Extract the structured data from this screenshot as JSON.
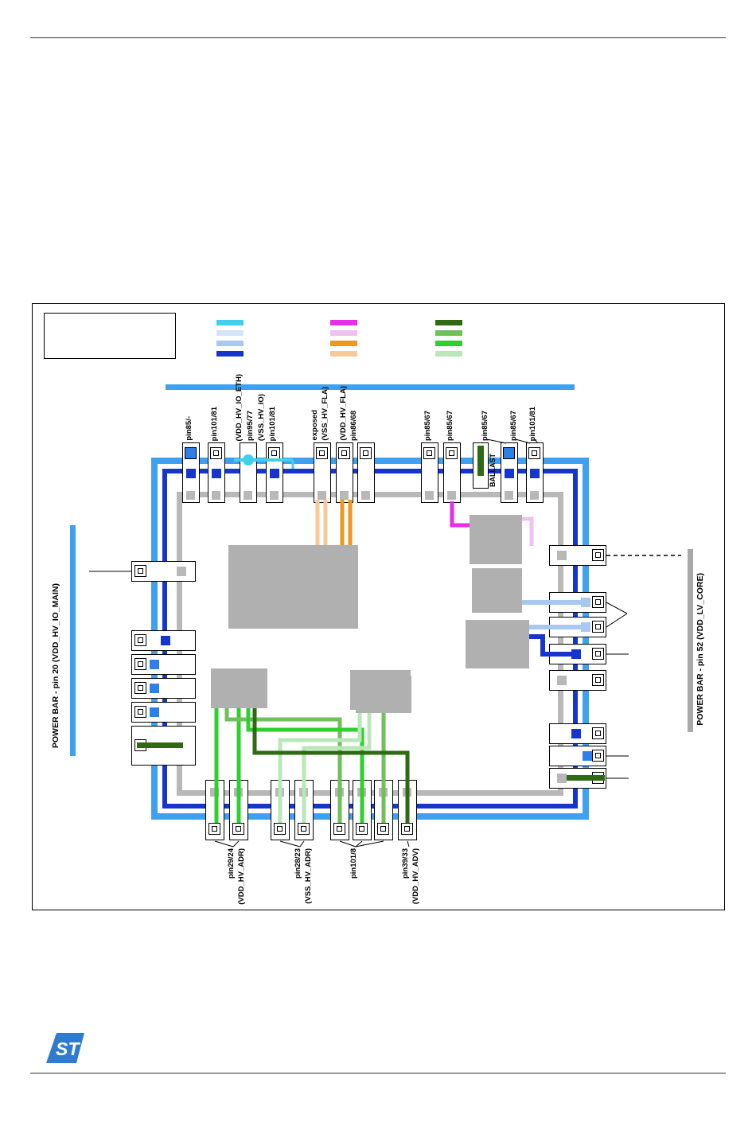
{
  "page": {
    "background": "#ffffff"
  },
  "figure": {
    "legend": {
      "columns": [
        {
          "name": "blue-family",
          "colors": [
            "#3fd0ee",
            "#d4e4f8",
            "#a8c8f0",
            "#1535cc"
          ]
        },
        {
          "name": "pink-orange-family",
          "colors": [
            "#e82ce8",
            "#f0c0f0",
            "#f0961e",
            "#f8c896"
          ]
        },
        {
          "name": "green-family",
          "colors": [
            "#2d6a12",
            "#6fbf5a",
            "#2ed02e",
            "#b8e8b8"
          ]
        }
      ]
    },
    "top_pin_labels": [
      "pin85/-",
      "pin101/81",
      "(VDD_HV_IO_ETH)",
      "pin95/77",
      "(VSS_HV_IO)",
      "pin101/81",
      "exposed",
      "(VSS_HV_FLA)",
      "(VDD_HV_FLA)",
      "pin86/68",
      "pin85/67",
      "pin85/67",
      "pin85/67",
      "pin85/67",
      "pin101/81"
    ],
    "bottom_pin_labels": [
      "pin29/24",
      "(VDD_HV_ADR)",
      "pin28/23",
      "(VSS_HV_ADR)",
      "pin101/8",
      "pin39/33",
      "(VDD_HV_ADV)"
    ],
    "left_power_bar_label": "POWER BAR - pin 20 (VDD_HV_IO_MAIN)",
    "right_power_bar_label": "POWER BAR - pin 52 (VDD_LV_CORE)",
    "ballast_label": "BALLAST",
    "palette": {
      "power_bar_blue": "#3da0f0",
      "frame_dark_blue": "#1535cc",
      "frame_gray": "#b8b8b8",
      "block_gray": "#b0b0b0",
      "right_bar_gray": "#a8a8a8",
      "marker_blue": "#2f7fe8",
      "cyan": "#3fd0ee",
      "light_blue": "#a8c8f0",
      "magenta": "#e82ce8",
      "pink": "#f0c0f0",
      "orange": "#f0961e",
      "peach": "#f8c896",
      "green_bright": "#2ed02e",
      "green_medium": "#6fbf5a",
      "green_pale": "#b8e8b8",
      "green_dark": "#2d6a12"
    }
  },
  "footer": {
    "logo_text": "ST"
  }
}
